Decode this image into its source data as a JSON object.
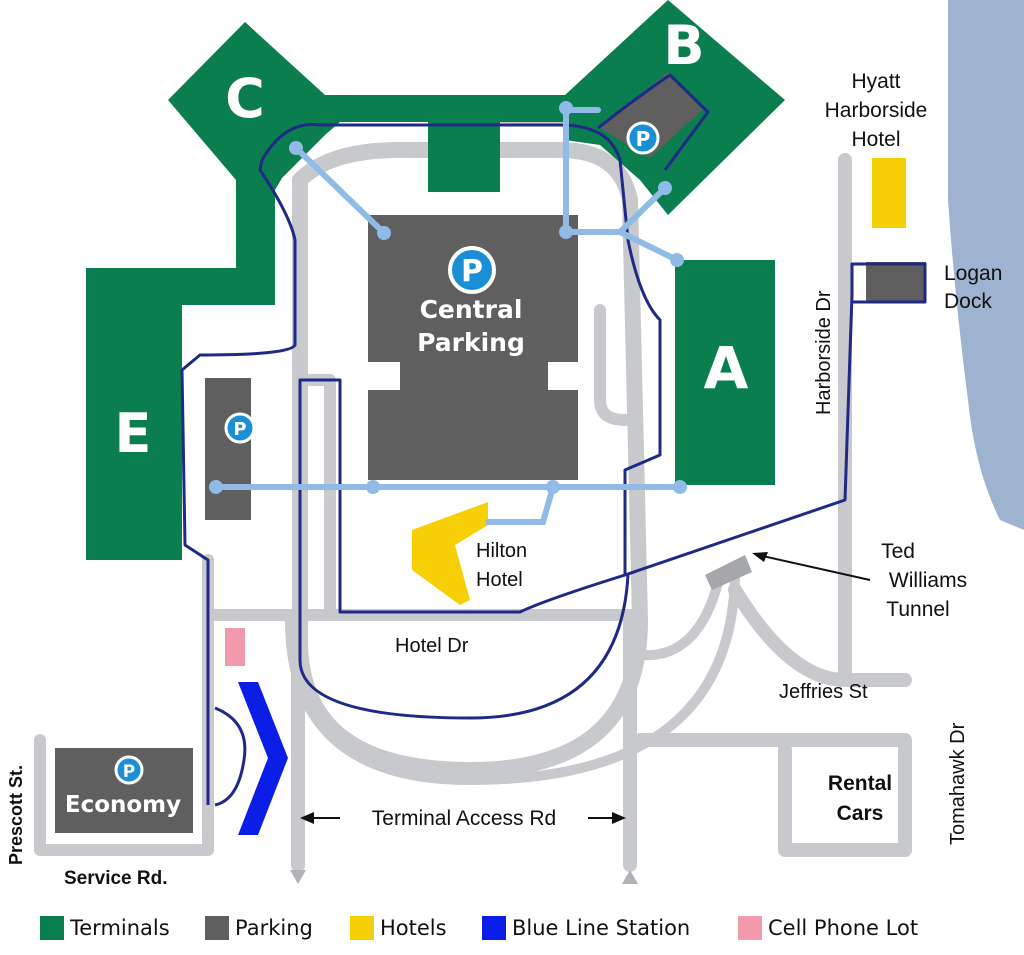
{
  "colors": {
    "terminal": "#0b7e4f",
    "parking": "#5f5f5f",
    "hotel": "#f7cf05",
    "blue_line_station": "#0a1ee8",
    "cell_phone_lot": "#f299ad",
    "road": "#c8c9cc",
    "shuttle_route": "#1e2a86",
    "walkway": "#8fbbe6",
    "water": "#9db3cf"
  },
  "terminals": {
    "a": "A",
    "b": "B",
    "c": "C",
    "e": "E"
  },
  "parking": {
    "central": [
      "Central",
      "Parking"
    ],
    "economy": "Economy",
    "p_icon": "P"
  },
  "labels": {
    "hyatt": [
      "Hyatt",
      "Harborside",
      "Hotel"
    ],
    "logan_dock": [
      "Logan",
      "Dock"
    ],
    "hilton": [
      "Hilton",
      "Hotel"
    ],
    "ted_williams": [
      "Ted",
      "Williams",
      "Tunnel"
    ],
    "harborside_dr": "Harborside Dr",
    "hotel_dr": "Hotel Dr",
    "jeffries_st": "Jeffries St",
    "tomahawk_dr": "Tomahawk Dr",
    "rental_cars": [
      "Rental",
      "Cars"
    ],
    "terminal_access_rd": "Terminal Access Rd",
    "prescott_st": "Prescott St.",
    "service_rd": "Service Rd."
  },
  "legend": [
    {
      "label": "Terminals",
      "color": "#0b7e4f",
      "name": "terminals"
    },
    {
      "label": "Parking",
      "color": "#5f5f5f",
      "name": "parking"
    },
    {
      "label": "Hotels",
      "color": "#f7cf05",
      "name": "hotels"
    },
    {
      "label": "Blue Line Station",
      "color": "#0a1ee8",
      "name": "blue-line-station"
    },
    {
      "label": "Cell Phone Lot",
      "color": "#f299ad",
      "name": "cell-phone-lot"
    }
  ]
}
